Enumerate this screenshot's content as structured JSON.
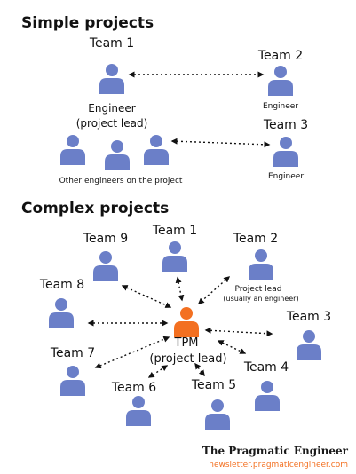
{
  "colors": {
    "person": "#6b7fc8",
    "tpm": "#f37021",
    "text": "#111111",
    "url": "#f37021"
  },
  "simple": {
    "heading": "Simple projects",
    "team1_label": "Team 1",
    "team2_label": "Team 2",
    "team3_label": "Team 3",
    "lead_label_line1": "Engineer",
    "lead_label_line2": "(project lead)",
    "team2_role": "Engineer",
    "team3_role": "Engineer",
    "others_caption": "Other engineers on the project"
  },
  "complex": {
    "heading": "Complex projects",
    "teams": [
      "Team 1",
      "Team 2",
      "Team 3",
      "Team 4",
      "Team 5",
      "Team 6",
      "Team 7",
      "Team 8",
      "Team 9"
    ],
    "lead_note_line1": "Project lead",
    "lead_note_line2": "(usually an engineer)",
    "tpm_label_line1": "TPM",
    "tpm_label_line2": "(project lead)"
  },
  "footer": {
    "brand": "The Pragmatic Engineer",
    "url": "newsletter.pragmaticengineer.com"
  }
}
